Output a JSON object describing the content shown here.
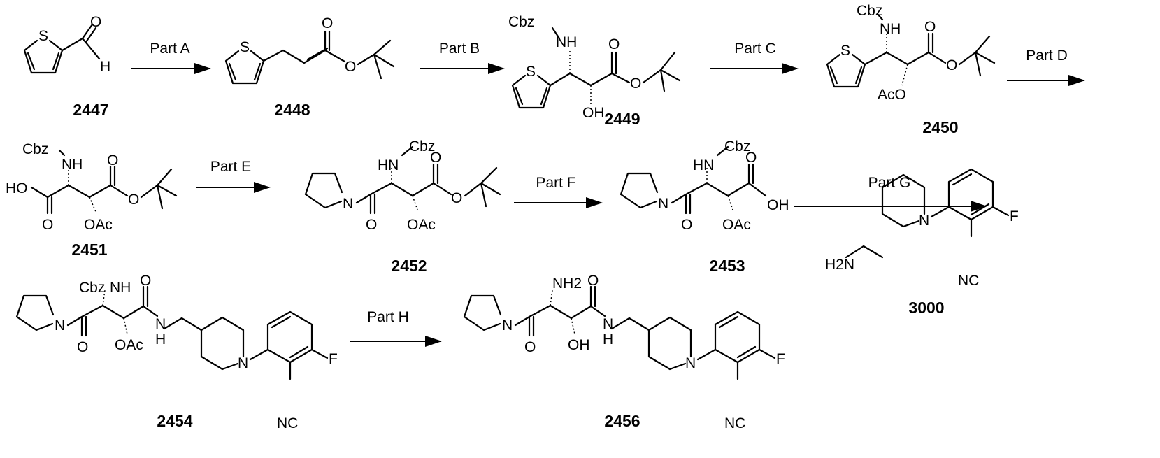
{
  "scheme": {
    "steps": [
      "Part A",
      "Part B",
      "Part C",
      "Part D",
      "Part E",
      "Part F",
      "Part G",
      "Part H"
    ],
    "compounds": {
      "c2447": {
        "label": "2447",
        "atoms": [
          "S",
          "O",
          "H"
        ]
      },
      "c2448": {
        "label": "2448",
        "atoms": [
          "S",
          "O",
          "O"
        ]
      },
      "c2449": {
        "label": "2449",
        "atoms": [
          "S",
          "Cbz",
          "NH",
          "OH",
          "O",
          "O"
        ]
      },
      "c2450": {
        "label": "2450",
        "atoms": [
          "S",
          "Cbz",
          "NH",
          "AcO",
          "O",
          "O"
        ]
      },
      "c2451": {
        "label": "2451",
        "atoms": [
          "Cbz",
          "NH",
          "HO",
          "O",
          "OAc",
          "O",
          "O"
        ]
      },
      "c2452": {
        "label": "2452",
        "atoms": [
          "N",
          "O",
          "HN",
          "Cbz",
          "OAc",
          "O",
          "O"
        ]
      },
      "c2453": {
        "label": "2453",
        "atoms": [
          "N",
          "O",
          "HN",
          "Cbz",
          "OAc",
          "O",
          "OH"
        ]
      },
      "c3000": {
        "label": "3000",
        "atoms": [
          "H2N",
          "N",
          "F",
          "NC"
        ]
      },
      "c2454": {
        "label": "2454",
        "atoms": [
          "N",
          "O",
          "Cbz",
          "NH",
          "OAc",
          "O",
          "N",
          "H",
          "N",
          "NC",
          "F"
        ]
      },
      "c2456": {
        "label": "2456",
        "atoms": [
          "N",
          "O",
          "NH2",
          "OH",
          "O",
          "N",
          "H",
          "N",
          "NC",
          "F"
        ]
      }
    }
  }
}
